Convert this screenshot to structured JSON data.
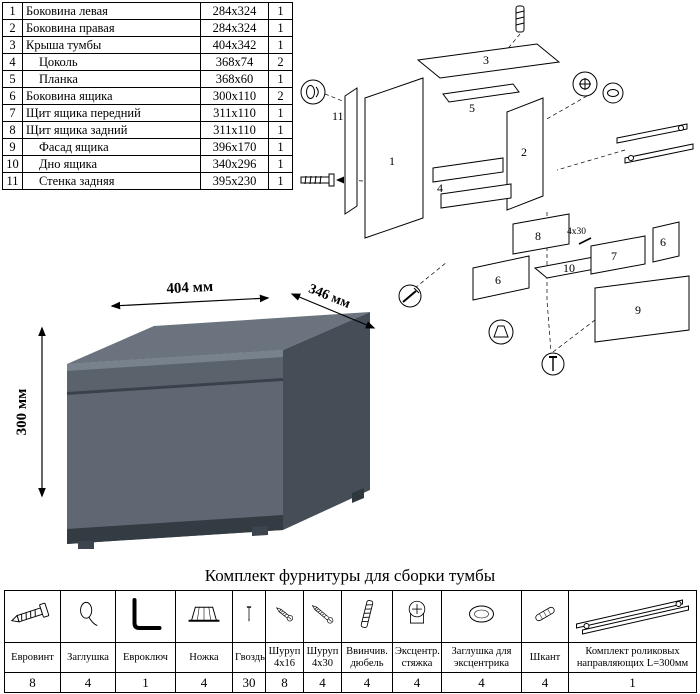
{
  "parts_table": {
    "rows": [
      {
        "num": "1",
        "name": "Боковина левая",
        "size": "284x324",
        "qty": "1"
      },
      {
        "num": "2",
        "name": "Боковина правая",
        "size": "284x324",
        "qty": "1"
      },
      {
        "num": "3",
        "name": "Крыша тумбы",
        "size": "404x342",
        "qty": "1"
      },
      {
        "num": "4",
        "name": "Цоколь",
        "size": "368x74",
        "qty": "2"
      },
      {
        "num": "5",
        "name": "Планка",
        "size": "368x60",
        "qty": "1"
      },
      {
        "num": "6",
        "name": "Боковина ящика",
        "size": "300x110",
        "qty": "2"
      },
      {
        "num": "7",
        "name": "Щит ящика передний",
        "size": "311x110",
        "qty": "1"
      },
      {
        "num": "8",
        "name": "Щит ящика задний",
        "size": "311x110",
        "qty": "1"
      },
      {
        "num": "9",
        "name": "Фасад ящика",
        "size": "396x170",
        "qty": "1"
      },
      {
        "num": "10",
        "name": "Дно ящика",
        "size": "340x296",
        "qty": "1"
      },
      {
        "num": "11",
        "name": "Стенка задняя",
        "size": "395x230",
        "qty": "1"
      }
    ]
  },
  "exploded": {
    "labels": {
      "p1": "1",
      "p2": "2",
      "p3": "3",
      "p4": "4",
      "p5": "5",
      "p6a": "6",
      "p6b": "6",
      "p7": "7",
      "p8": "8",
      "p9": "9",
      "p10": "10",
      "p11": "11",
      "screw_note": "4x30"
    }
  },
  "dimensions": {
    "width": "404 мм",
    "depth": "346 мм",
    "height": "300 мм"
  },
  "hardware_section": {
    "title": "Комплект фурнитуры для сборки тумбы",
    "items": [
      {
        "name": "Евровинт",
        "qty": "8",
        "icon": "euro-screw-icon"
      },
      {
        "name": "Заглушка",
        "qty": "4",
        "icon": "plug-icon"
      },
      {
        "name": "Евроключ",
        "qty": "1",
        "icon": "hex-key-icon"
      },
      {
        "name": "Ножка",
        "qty": "4",
        "icon": "foot-icon"
      },
      {
        "name": "Гвоздь",
        "qty": "30",
        "icon": "nail-icon"
      },
      {
        "name": "Шуруп 4x16",
        "qty": "8",
        "icon": "screw-small-icon"
      },
      {
        "name": "Шуруп 4x30",
        "qty": "4",
        "icon": "screw-large-icon"
      },
      {
        "name": "Ввинчив. дюбель",
        "qty": "4",
        "icon": "screw-dowel-icon"
      },
      {
        "name": "Эксцентр. стяжка",
        "qty": "4",
        "icon": "cam-lock-icon"
      },
      {
        "name": "Заглушка для эксцентрика",
        "qty": "4",
        "icon": "cam-cover-icon"
      },
      {
        "name": "Шкант",
        "qty": "4",
        "icon": "wood-dowel-icon"
      },
      {
        "name": "Комплект роликовых направляющих L=300мм",
        "qty": "1",
        "icon": "drawer-slides-icon"
      }
    ]
  }
}
